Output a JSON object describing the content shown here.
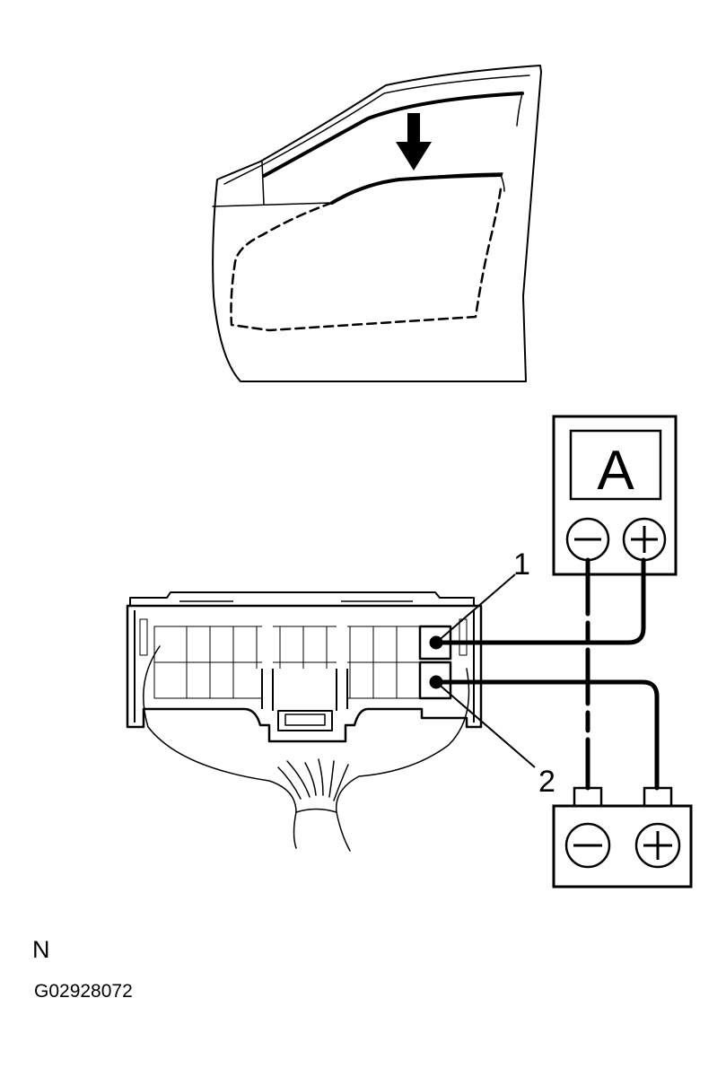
{
  "meter": {
    "display_letter": "A",
    "negative_symbol": "−",
    "positive_symbol": "+"
  },
  "battery": {
    "negative_symbol": "−",
    "positive_symbol": "+"
  },
  "callouts": {
    "terminal_1": "1",
    "terminal_2": "2"
  },
  "footer": {
    "letter": "N",
    "code": "G02928072"
  },
  "colors": {
    "line": "#000000",
    "background": "#ffffff"
  }
}
